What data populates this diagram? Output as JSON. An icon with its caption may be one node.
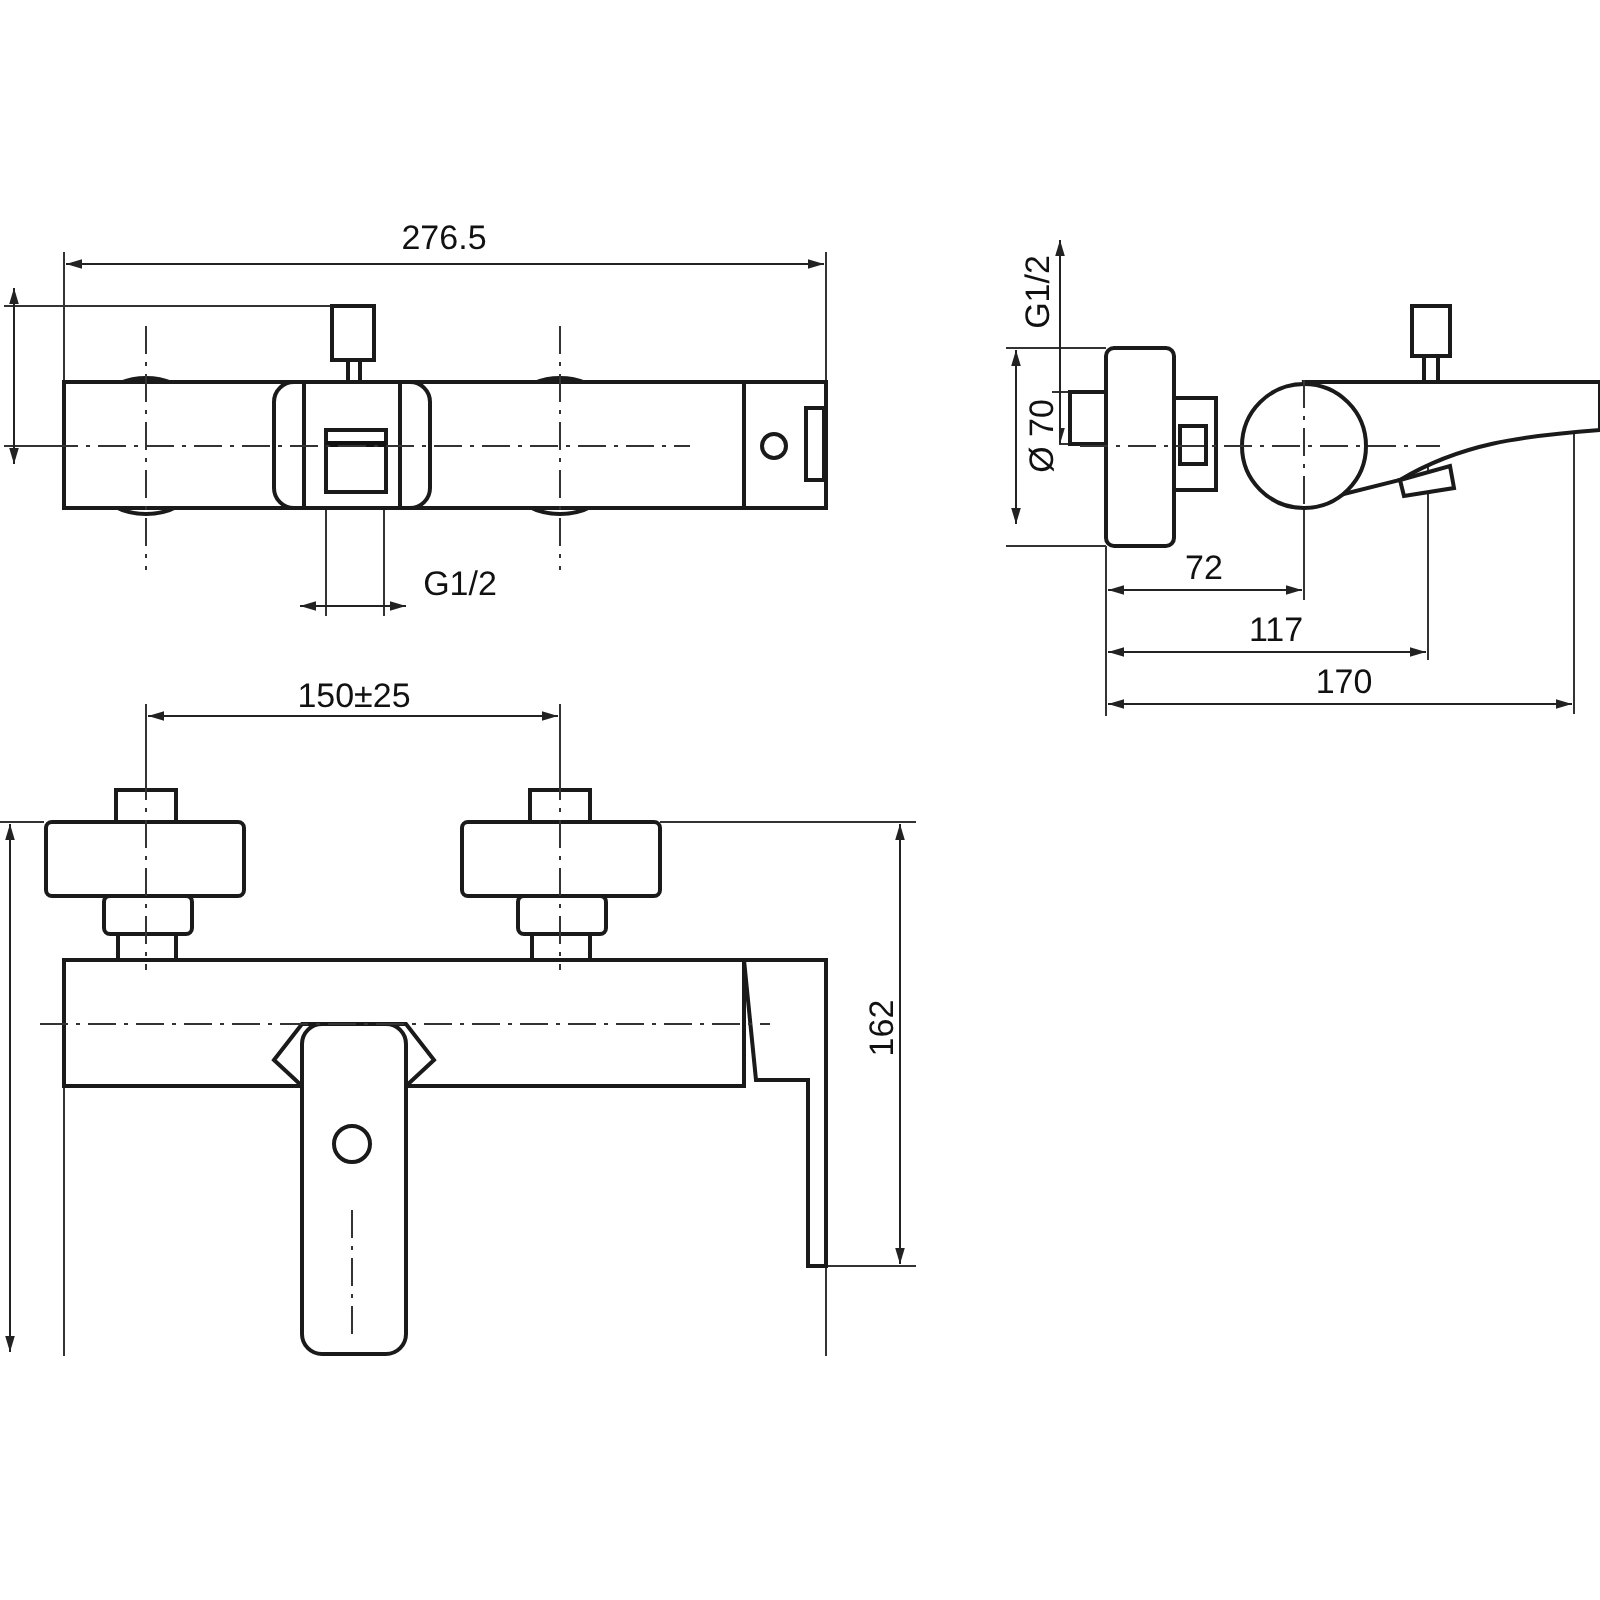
{
  "diagram": {
    "labels": [
      "276.5",
      "G1/2",
      "Ø 70",
      "72",
      "G1/2",
      "117",
      "170",
      "150±25",
      "162"
    ]
  }
}
